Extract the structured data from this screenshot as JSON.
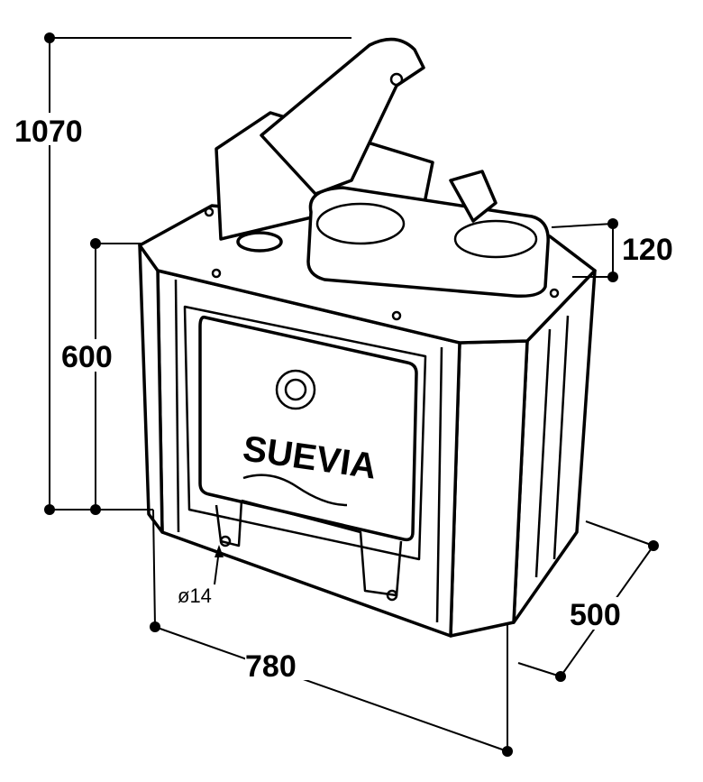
{
  "dimensions": {
    "total_height": "1070",
    "body_height": "600",
    "trough_height": "120",
    "width": "780",
    "depth": "500",
    "hole_diameter": "ø14"
  },
  "brand": "SUEVIA",
  "colors": {
    "line": "#000000",
    "background": "#ffffff"
  }
}
